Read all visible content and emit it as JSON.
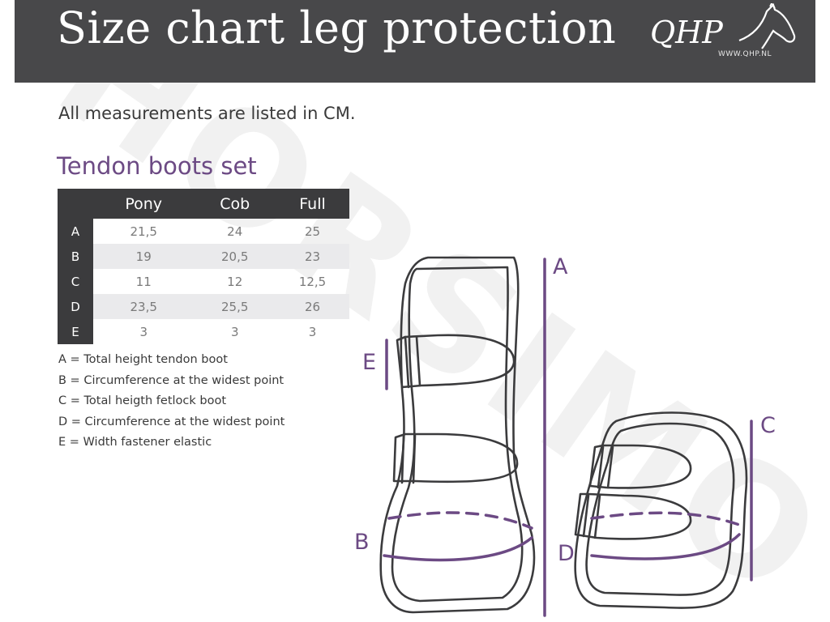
{
  "header": {
    "title": "Size chart leg protection",
    "logo_text": "QHP",
    "logo_url": "WWW.QHP.NL"
  },
  "intro": "All measurements are listed in CM.",
  "section_title": "Tendon boots set",
  "table": {
    "columns": [
      "Pony",
      "Cob",
      "Full"
    ],
    "rows": [
      {
        "label": "A",
        "values": [
          "21,5",
          "24",
          "25"
        ]
      },
      {
        "label": "B",
        "values": [
          "19",
          "20,5",
          "23"
        ]
      },
      {
        "label": "C",
        "values": [
          "11",
          "12",
          "12,5"
        ]
      },
      {
        "label": "D",
        "values": [
          "23,5",
          "25,5",
          "26"
        ]
      },
      {
        "label": "E",
        "values": [
          "3",
          "3",
          "3"
        ]
      }
    ]
  },
  "legend": [
    "A = Total height tendon boot",
    "B = Circumference at the widest point",
    "C = Total heigth fetlock boot",
    "D = Circumference at the widest point",
    "E  = Width fastener elastic"
  ],
  "diagram_labels": {
    "a": "A",
    "b": "B",
    "c": "C",
    "d": "D",
    "e": "E"
  },
  "watermark": "HORSIMO",
  "colors": {
    "accent": "#6c4a84",
    "banner": "#48484a",
    "table_dark": "#3b3b3d",
    "row_shade": "#eaeaec"
  }
}
